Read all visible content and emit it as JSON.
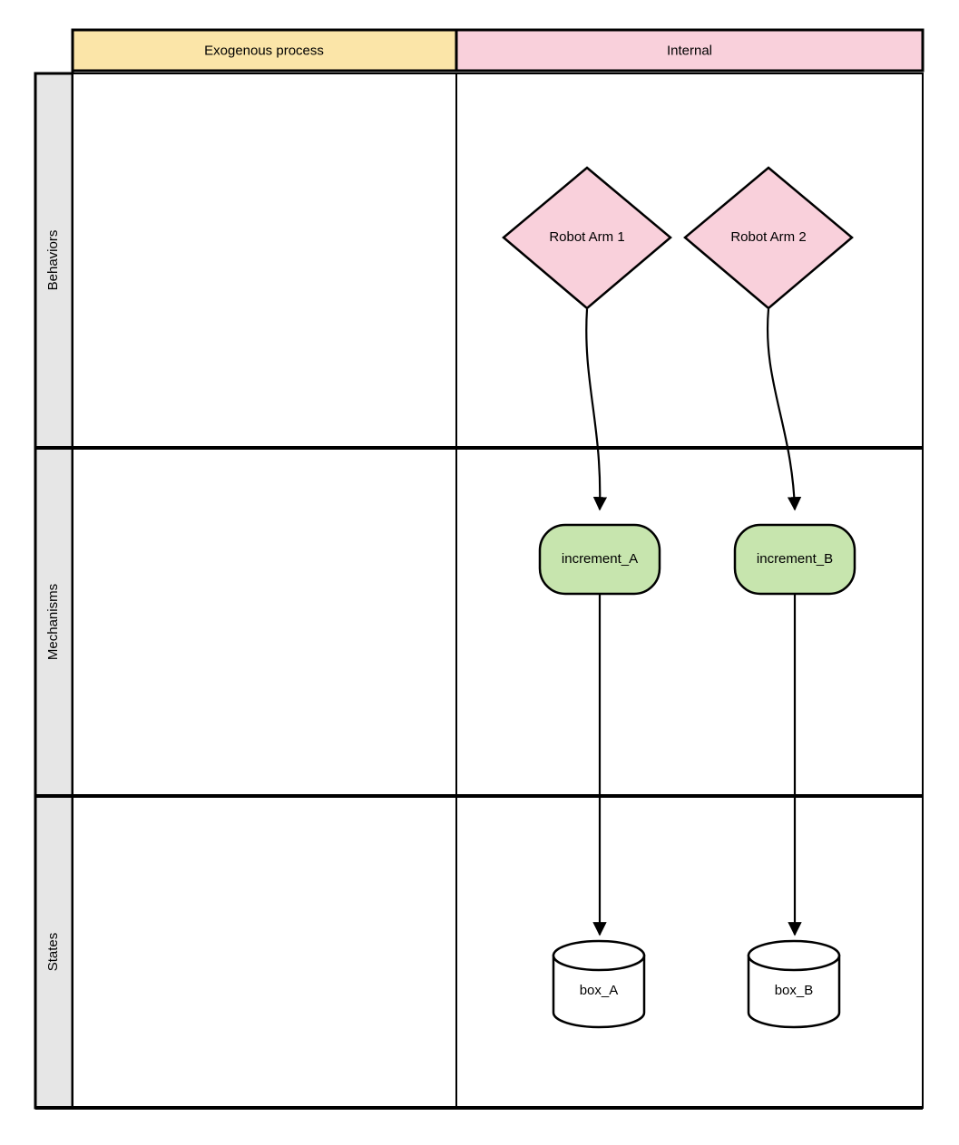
{
  "diagram": {
    "type": "swimlane-matrix",
    "columns": [
      {
        "id": "exogenous",
        "label": "Exogenous process",
        "header_fill": "#FBE5A8",
        "header_stroke": "#000000"
      },
      {
        "id": "internal",
        "label": "Internal",
        "header_fill": "#F9D0DB",
        "header_stroke": "#000000"
      }
    ],
    "rows": [
      {
        "id": "behaviors",
        "label": "Behaviors",
        "header_fill": "#E6E6E6"
      },
      {
        "id": "mechanisms",
        "label": "Mechanisms",
        "header_fill": "#E6E6E6"
      },
      {
        "id": "states",
        "label": "States",
        "header_fill": "#E6E6E6"
      }
    ],
    "nodes": [
      {
        "id": "robot_arm_1",
        "label": "Robot Arm 1",
        "shape": "diamond",
        "fill": "#F9D0DB",
        "stroke": "#000000",
        "row": "behaviors",
        "column": "internal"
      },
      {
        "id": "robot_arm_2",
        "label": "Robot Arm 2",
        "shape": "diamond",
        "fill": "#F9D0DB",
        "stroke": "#000000",
        "row": "behaviors",
        "column": "internal"
      },
      {
        "id": "increment_a",
        "label": "increment_A",
        "shape": "rounded-rectangle",
        "fill": "#C7E5AE",
        "stroke": "#000000",
        "row": "mechanisms",
        "column": "internal"
      },
      {
        "id": "increment_b",
        "label": "increment_B",
        "shape": "rounded-rectangle",
        "fill": "#C7E5AE",
        "stroke": "#000000",
        "row": "mechanisms",
        "column": "internal"
      },
      {
        "id": "box_a",
        "label": "box_A",
        "shape": "cylinder",
        "fill": "#FFFFFF",
        "stroke": "#000000",
        "row": "states",
        "column": "internal"
      },
      {
        "id": "box_b",
        "label": "box_B",
        "shape": "cylinder",
        "fill": "#FFFFFF",
        "stroke": "#000000",
        "row": "states",
        "column": "internal"
      }
    ],
    "edges": [
      {
        "id": "e1",
        "from": "robot_arm_1",
        "to": "increment_a",
        "style": "curved",
        "arrow": "filled-triangle"
      },
      {
        "id": "e2",
        "from": "robot_arm_2",
        "to": "increment_b",
        "style": "curved",
        "arrow": "filled-triangle"
      },
      {
        "id": "e3",
        "from": "increment_a",
        "to": "box_a",
        "style": "straight",
        "arrow": "filled-triangle"
      },
      {
        "id": "e4",
        "from": "increment_b",
        "to": "box_b",
        "style": "straight",
        "arrow": "filled-triangle"
      }
    ],
    "colors": {
      "line": "#000000",
      "canvas": "#FFFFFF",
      "row_header": "#E6E6E6",
      "col_header_exogenous": "#FBE5A8",
      "col_header_internal": "#F9D0DB",
      "node_pink": "#F9D0DB",
      "node_green": "#C7E5AE"
    }
  }
}
